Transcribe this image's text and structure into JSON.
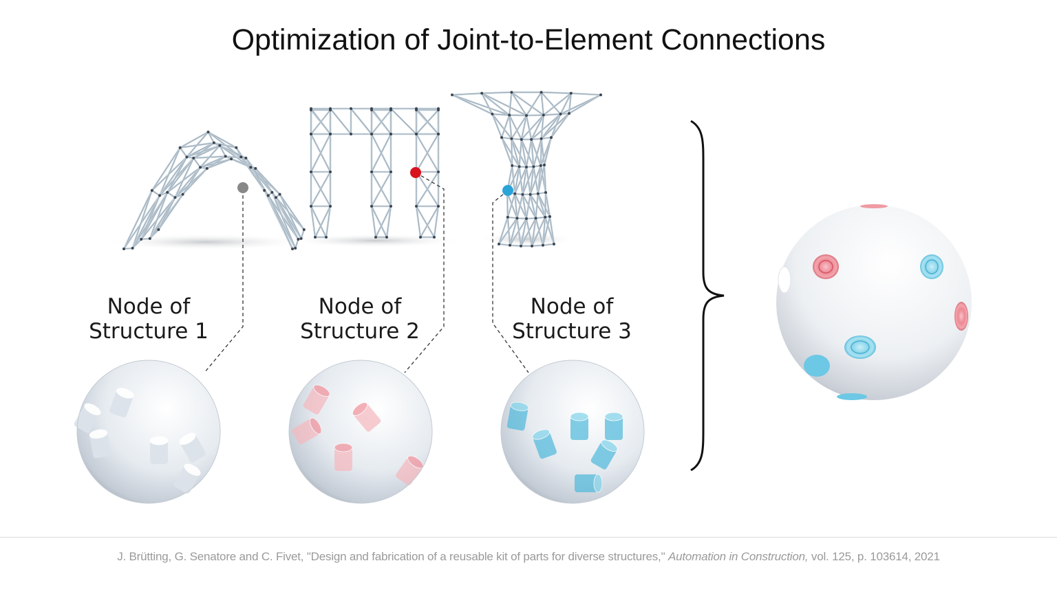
{
  "title": "Optimization of Joint-to-Element Connections",
  "colors": {
    "node_1": "#888888",
    "node_2": "#d8141e",
    "node_3": "#2aa3d8",
    "frame_bar": "#c2d0da",
    "frame_joint": "#3d4650",
    "sphere_base": "#e3e7ec",
    "connector_red": "#f2909a",
    "connector_blue": "#7fd3ea"
  },
  "structures": [
    {
      "name": "structure-1-dome",
      "node_color_key": "node_1"
    },
    {
      "name": "structure-2-portal",
      "node_color_key": "node_2"
    },
    {
      "name": "structure-3-tower",
      "node_color_key": "node_3"
    }
  ],
  "nodes": [
    {
      "label_line1": "Node of",
      "label_line2": "Structure 1",
      "connector_color": "white"
    },
    {
      "label_line1": "Node of",
      "label_line2": "Structure 2",
      "connector_color": "red"
    },
    {
      "label_line1": "Node of",
      "label_line2": "Structure 3",
      "connector_color": "blue"
    }
  ],
  "combined_node": {
    "connector_colors": [
      "red",
      "blue",
      "white"
    ]
  },
  "citation": {
    "authors_title": "J. Brütting, G. Senatore and C. Fivet, \"Design and fabrication of a reusable kit of parts for diverse structures,\"",
    "journal": "Automation in Construction,",
    "details": "vol. 125, p. 103614, 2021"
  }
}
